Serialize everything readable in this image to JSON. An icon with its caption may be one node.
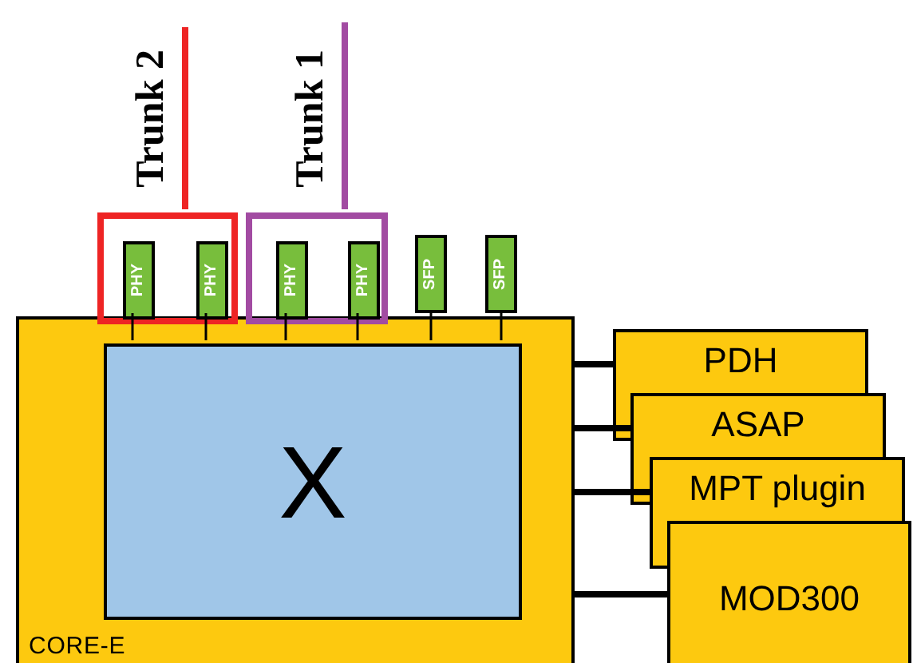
{
  "diagram": {
    "nodes": [
      {
        "text": [
          "Trunk 2"
        ]
      },
      {
        "text": [
          "PHY"
        ],
        "in": 0
      },
      {
        "text": [
          "PHY"
        ],
        "in": 0
      },
      {
        "text": [
          "Trunk 1"
        ]
      },
      {
        "text": [
          "PHY"
        ],
        "in": 3
      },
      {
        "text": [
          "PHY"
        ],
        "in": 3
      },
      {
        "text": [
          "SFP"
        ]
      },
      {
        "text": [
          "SFP"
        ]
      },
      {
        "text": [
          "CORE-E"
        ]
      },
      {
        "text": [
          "X"
        ],
        "in": 8
      },
      {
        "text": [
          "PDH"
        ]
      },
      {
        "text": [
          "ASAP"
        ]
      },
      {
        "text": [
          "MPT plugin"
        ]
      },
      {
        "text": [
          "MOD300"
        ]
      }
    ],
    "edges": [
      {
        "from": 1,
        "to": 9,
        "arrow": "none"
      },
      {
        "from": 2,
        "to": 9,
        "arrow": "none"
      },
      {
        "from": 4,
        "to": 9,
        "arrow": "none"
      },
      {
        "from": 5,
        "to": 9,
        "arrow": "none"
      },
      {
        "from": 6,
        "to": 9,
        "arrow": "none"
      },
      {
        "from": 7,
        "to": 9,
        "arrow": "none"
      },
      {
        "from": 8,
        "to": 10,
        "arrow": "none",
        "style": "thick"
      },
      {
        "from": 8,
        "to": 11,
        "arrow": "none",
        "style": "thick"
      },
      {
        "from": 8,
        "to": 12,
        "arrow": "none",
        "style": "thick"
      },
      {
        "from": 8,
        "to": 13,
        "arrow": "none",
        "style": "thick"
      }
    ]
  }
}
